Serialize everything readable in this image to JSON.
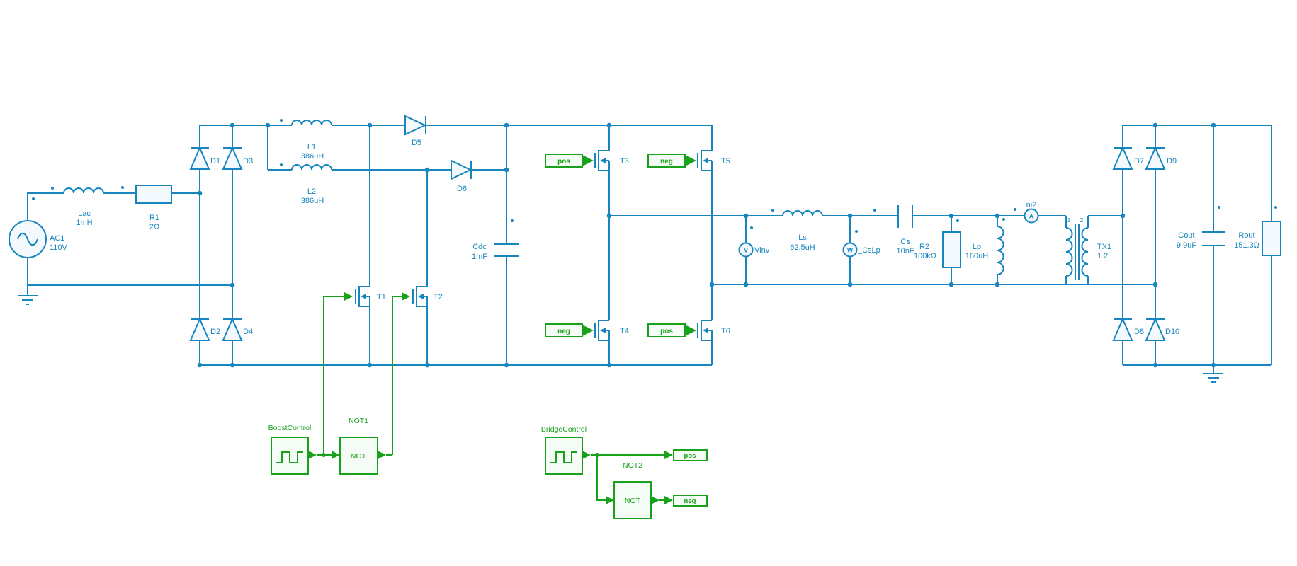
{
  "colors": {
    "wire_blue": "#1786bf",
    "control_green": "#18a21c",
    "component_fill": "#f4f9fd"
  },
  "schematic": {
    "ac1": {
      "ref": "AC1",
      "value": "110V"
    },
    "lac": {
      "ref": "Lac",
      "value": "1mH"
    },
    "r1": {
      "ref": "R1",
      "value": "2Ω"
    },
    "d1": {
      "ref": "D1"
    },
    "d2": {
      "ref": "D2"
    },
    "d3": {
      "ref": "D3"
    },
    "d4": {
      "ref": "D4"
    },
    "l1": {
      "ref": "L1",
      "value": "386uH"
    },
    "l2": {
      "ref": "L2",
      "value": "386uH"
    },
    "d5": {
      "ref": "D5"
    },
    "d6": {
      "ref": "D6"
    },
    "t1": {
      "ref": "T1"
    },
    "t2": {
      "ref": "T2"
    },
    "cdc": {
      "ref": "Cdc",
      "value": "1mF"
    },
    "t3": {
      "ref": "T3",
      "gate": "pos"
    },
    "t5": {
      "ref": "T5",
      "gate": "neg"
    },
    "t4": {
      "ref": "T4",
      "gate": "neg"
    },
    "t6": {
      "ref": "T6",
      "gate": "pos"
    },
    "vinv": {
      "meter": "V",
      "ref": "Vinv"
    },
    "ls": {
      "ref": "Ls",
      "value": "62.5uH"
    },
    "w_cslp": {
      "meter": "W",
      "ref": "_CsLp"
    },
    "cs": {
      "ref": "Cs",
      "value": "10nF"
    },
    "r2": {
      "ref": "R2",
      "value": "100kΩ"
    },
    "lp": {
      "ref": "Lp",
      "value": "160uH"
    },
    "ni2": {
      "meter": "A",
      "ref": "ni2"
    },
    "tx1": {
      "ref": "TX1",
      "value": "1.2",
      "terminal1": "1",
      "terminal2": "2"
    },
    "d7": {
      "ref": "D7"
    },
    "d8": {
      "ref": "D8"
    },
    "d9": {
      "ref": "D9"
    },
    "d10": {
      "ref": "D10"
    },
    "cout": {
      "ref": "Cout",
      "value": "9.9uF"
    },
    "rout": {
      "ref": "Rout",
      "value": "151.3Ω"
    }
  },
  "control": {
    "boost_control": {
      "label": "BoostControl"
    },
    "not1": {
      "label": "NOT1",
      "text": "NOT"
    },
    "bridge_control": {
      "label": "BridgeControl"
    },
    "not2": {
      "label": "NOT2",
      "text": "NOT"
    },
    "goto_pos": "pos",
    "goto_neg": "neg"
  }
}
